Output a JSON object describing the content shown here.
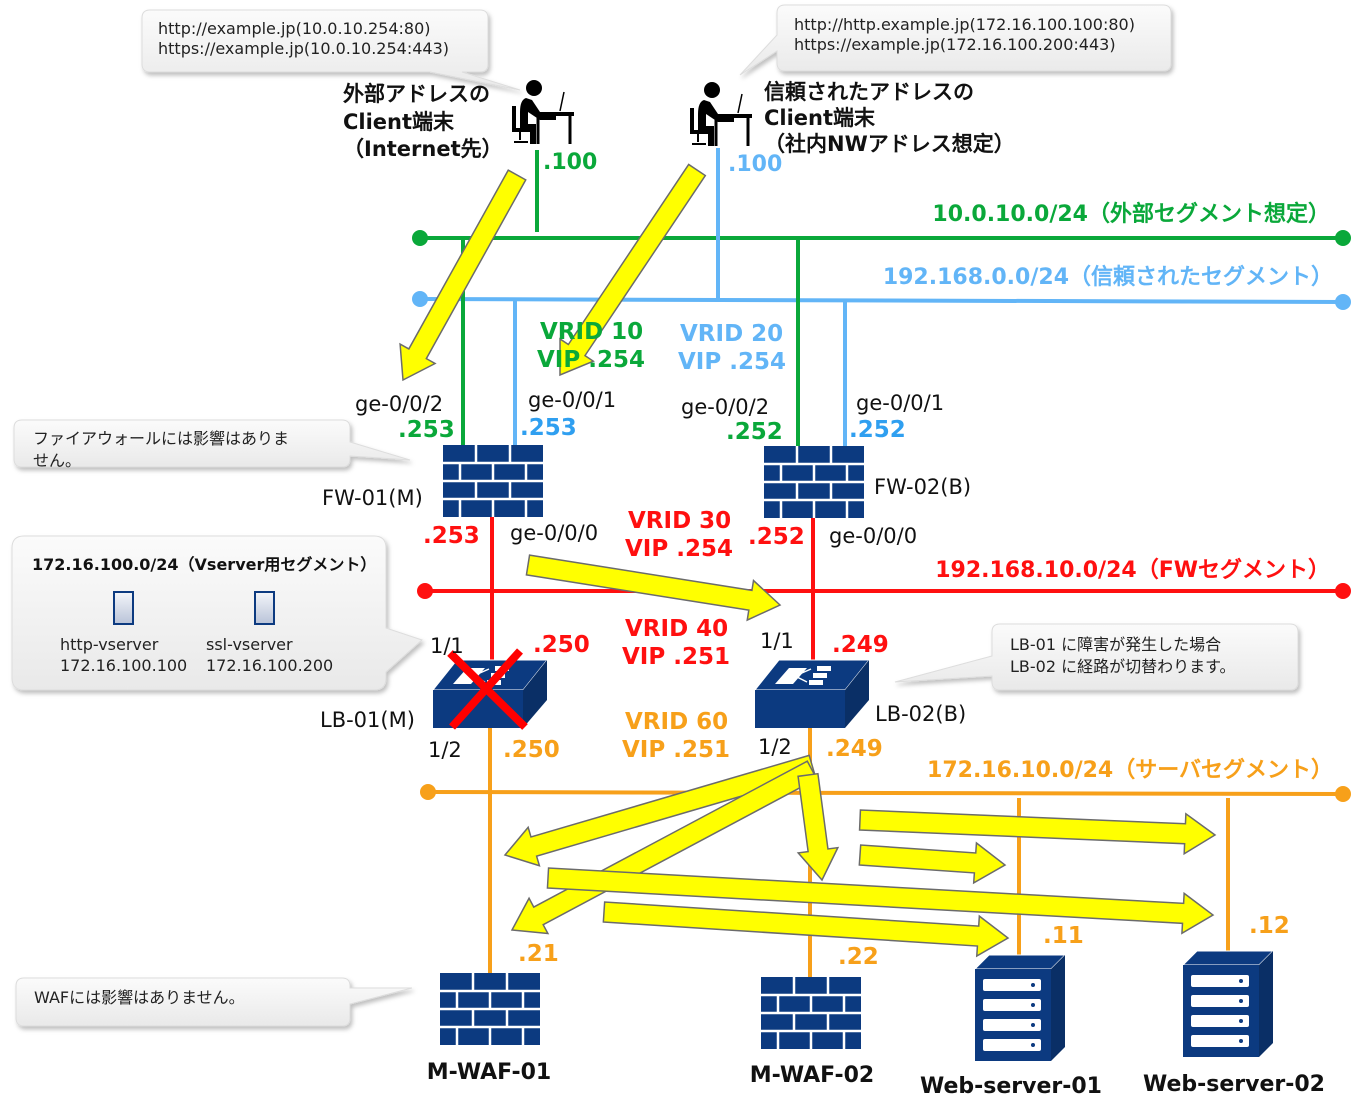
{
  "colors": {
    "green": "#0aa83a",
    "blue": "#62b5f7",
    "red": "#ff1010",
    "orange": "#f7a01a",
    "navy": "#0c3a80",
    "arrow": "#ffff00"
  },
  "callouts": {
    "external_urls": [
      "http://example.jp(10.0.10.254:80)",
      "https://example.jp(10.0.10.254:443)"
    ],
    "trusted_urls": [
      "http://http.example.jp(172.16.100.100:80)",
      "https://example.jp(172.16.100.200:443)"
    ],
    "firewall_note": [
      "ファイアウォールには影響はありま",
      "せん。"
    ],
    "vserver": {
      "title": "172.16.100.0/24（Vserver用セグメント）",
      "items": [
        {
          "name": "http-vserver",
          "ip": "172.16.100.100"
        },
        {
          "name": "ssl-vserver",
          "ip": "172.16.100.200"
        }
      ]
    },
    "lb_note": [
      "LB-01 に障害が発生した場合",
      "LB-02 に経路が切替わります。"
    ],
    "waf_note": "WAFには影響はありません。"
  },
  "clients": {
    "external": {
      "lines": [
        "外部アドレスの",
        "Client端末",
        "（Internet先）"
      ],
      "ip": ".100",
      "icon": "person-at-computer-icon"
    },
    "trusted": {
      "lines": [
        "信頼されたアドレスの",
        "Client端末",
        "（社内NWアドレス想定）"
      ],
      "ip": ".100",
      "icon": "person-at-computer-icon"
    }
  },
  "segments": {
    "external": "10.0.10.0/24（外部セグメント想定）",
    "trusted": "192.168.0.0/24（信頼されたセグメント）",
    "fw": "192.168.10.0/24（FWセグメント）",
    "server": "172.16.10.0/24（サーバセグメント）"
  },
  "vrrp": {
    "vrid10": [
      "VRID 10",
      "VIP .254"
    ],
    "vrid20": [
      "VRID 20",
      "VIP .254"
    ],
    "vrid30": [
      "VRID 30",
      "VIP .254"
    ],
    "vrid40": [
      "VRID 40",
      "VIP .251"
    ],
    "vrid60": [
      "VRID 60",
      "VIP .251"
    ]
  },
  "devices": {
    "fw01": {
      "name": "FW-01(M)",
      "if_ext": "ge-0/0/2",
      "ip_ext": ".253",
      "if_trust": "ge-0/0/1",
      "ip_trust": ".253",
      "if_fw": "ge-0/0/0",
      "ip_fw": ".253"
    },
    "fw02": {
      "name": "FW-02(B)",
      "if_ext": "ge-0/0/2",
      "ip_ext": ".252",
      "if_trust": "ge-0/0/1",
      "ip_trust": ".252",
      "if_fw": "ge-0/0/0",
      "ip_fw": ".252"
    },
    "lb01": {
      "name": "LB-01(M)",
      "p1": "1/1",
      "ip1": ".250",
      "p2": "1/2",
      "ip2": ".250",
      "status": "failed"
    },
    "lb02": {
      "name": "LB-02(B)",
      "p1": "1/1",
      "ip1": ".249",
      "p2": "1/2",
      "ip2": ".249"
    },
    "waf01": {
      "name": "M-WAF-01",
      "ip": ".21"
    },
    "waf02": {
      "name": "M-WAF-02",
      "ip": ".22"
    },
    "web01": {
      "name": "Web-server-01",
      "ip": ".11"
    },
    "web02": {
      "name": "Web-server-02",
      "ip": ".12"
    }
  }
}
